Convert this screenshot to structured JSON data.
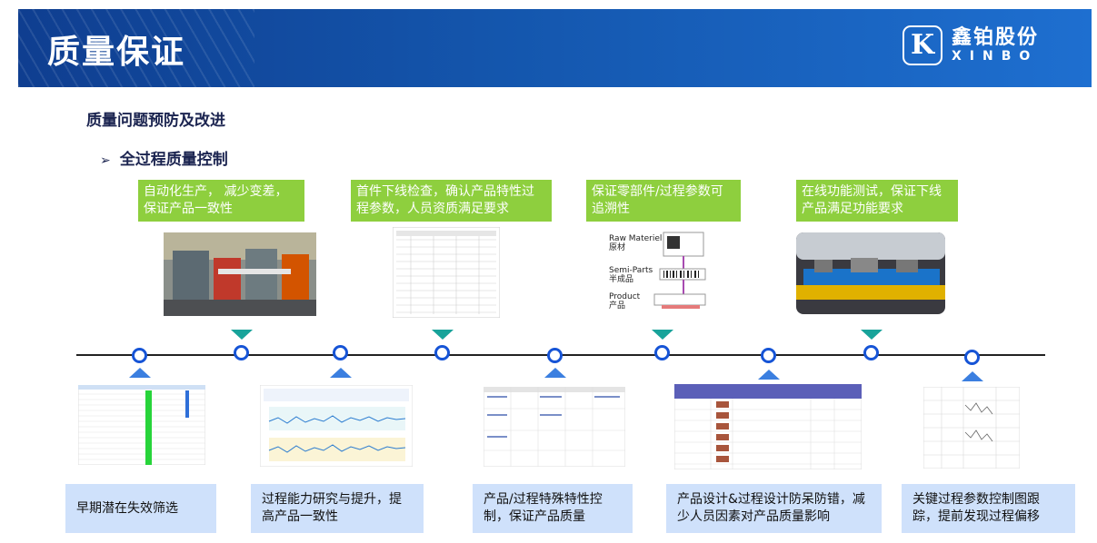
{
  "header": {
    "title": "质量保证",
    "logo_cn": "鑫铂股份",
    "logo_en": "XINBO",
    "logo_letter": "K"
  },
  "section_title": "质量问题预防及改进",
  "subsection": {
    "bullet": "➢",
    "title": "全过程质量控制"
  },
  "top_boxes": [
    {
      "text": "自动化生产， 减少变差，保证产品一致性"
    },
    {
      "text": "首件下线检查，确认产品特性过程参数，人员资质满足要求"
    },
    {
      "text": "保证零部件/过程参数可追溯性"
    },
    {
      "text": "在线功能测试，保证下线产品满足功能要求"
    }
  ],
  "trace_diagram": {
    "raw_en": "Raw Materiel",
    "raw_cn": "原材",
    "semi_en": "Semi-Parts",
    "semi_cn": "半成品",
    "product_en": "Product",
    "product_cn": "产品"
  },
  "bottom_boxes": [
    {
      "text": "早期潜在失效筛选"
    },
    {
      "text": "过程能力研究与提升，提高产品一致性"
    },
    {
      "text": "产品/过程特殊特性控制，保证产品质量"
    },
    {
      "text": "产品设计&过程设计防呆防错，减少人员因素对产品质量影响"
    },
    {
      "text": "关键过程参数控制图跟踪，提前发现过程偏移"
    }
  ],
  "colors": {
    "header_blue": "#1456ad",
    "green_box": "#8ecf3e",
    "blue_box": "#cfe1fb",
    "node": "#1654d6",
    "tri_teal": "#18a39a",
    "tri_blue": "#3b7fe0"
  }
}
